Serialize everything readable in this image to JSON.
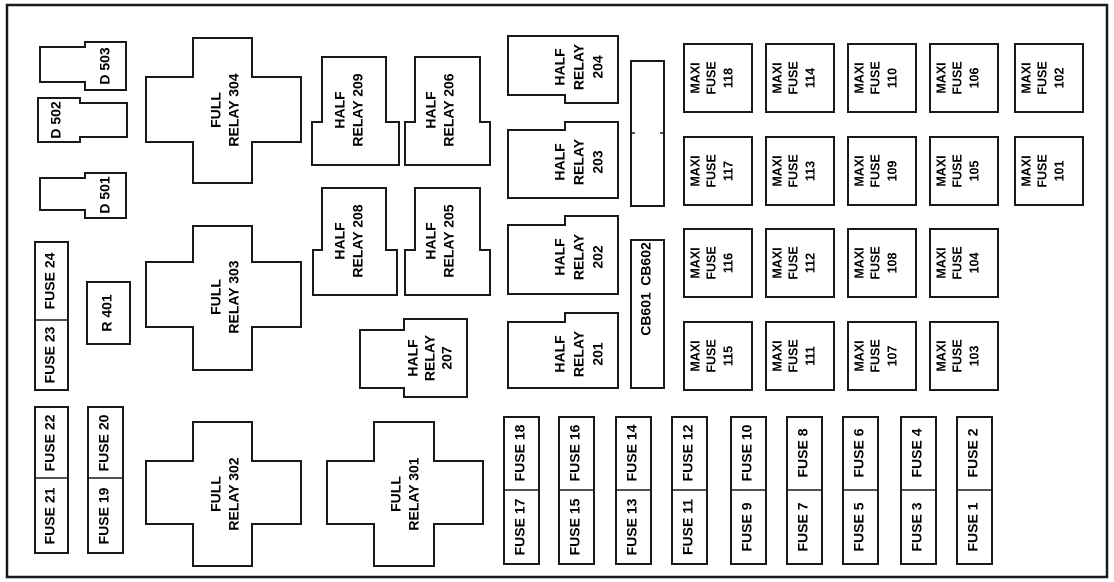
{
  "relays": {
    "r304": {
      "l1": "FULL",
      "l2": "RELAY 304"
    },
    "r303": {
      "l1": "FULL",
      "l2": "RELAY 303"
    },
    "r302": {
      "l1": "FULL",
      "l2": "RELAY 302"
    },
    "r301": {
      "l1": "FULL",
      "l2": "RELAY 301"
    },
    "r209": {
      "l1": "HALF",
      "l2": "RELAY 209"
    },
    "r206": {
      "l1": "HALF",
      "l2": "RELAY 206"
    },
    "r208": {
      "l1": "HALF",
      "l2": "RELAY 208"
    },
    "r205": {
      "l1": "HALF",
      "l2": "RELAY 205"
    },
    "r207": {
      "l1": "HALF",
      "l2": "RELAY",
      "l3": "207"
    },
    "r204": {
      "l1": "HALF",
      "l2": "RELAY",
      "l3": "204"
    },
    "r203": {
      "l1": "HALF",
      "l2": "RELAY",
      "l3": "203"
    },
    "r202": {
      "l1": "HALF",
      "l2": "RELAY",
      "l3": "202"
    },
    "r201": {
      "l1": "HALF",
      "l2": "RELAY",
      "l3": "201"
    }
  },
  "diodes": {
    "d503": "D 503",
    "d502": "D 502",
    "d501": "D 501"
  },
  "resistor": {
    "r401": "R 401"
  },
  "circuit_breakers": {
    "cb601": "CB601",
    "cb602": "CB602"
  },
  "maxi_label": {
    "l1": "MAXI",
    "l2": "FUSE"
  },
  "maxi": {
    "m118": "118",
    "m114": "114",
    "m110": "110",
    "m106": "106",
    "m102": "102",
    "m117": "117",
    "m113": "113",
    "m109": "109",
    "m105": "105",
    "m101": "101",
    "m116": "116",
    "m112": "112",
    "m108": "108",
    "m104": "104",
    "m115": "115",
    "m111": "111",
    "m107": "107",
    "m103": "103"
  },
  "fuses": {
    "f1": "FUSE 1",
    "f2": "FUSE 2",
    "f3": "FUSE 3",
    "f4": "FUSE 4",
    "f5": "FUSE 5",
    "f6": "FUSE 6",
    "f7": "FUSE 7",
    "f8": "FUSE 8",
    "f9": "FUSE 9",
    "f10": "FUSE 10",
    "f11": "FUSE 11",
    "f12": "FUSE 12",
    "f13": "FUSE 13",
    "f14": "FUSE 14",
    "f15": "FUSE 15",
    "f16": "FUSE 16",
    "f17": "FUSE 17",
    "f18": "FUSE 18",
    "f19": "FUSE 19",
    "f20": "FUSE 20",
    "f21": "FUSE 21",
    "f22": "FUSE 22",
    "f23": "FUSE 23",
    "f24": "FUSE 24"
  }
}
